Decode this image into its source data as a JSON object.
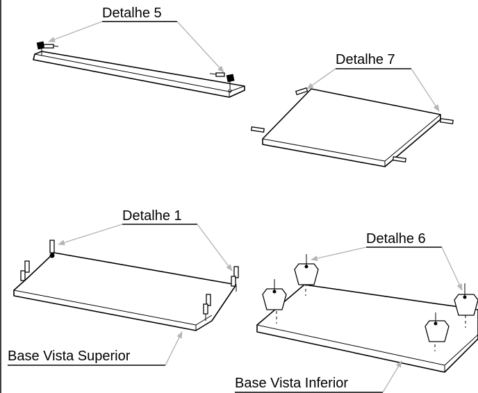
{
  "callouts": {
    "detail_5": "Detalhe 5",
    "detail_7": "Detalhe 7",
    "detail_1": "Detalhe 1",
    "detail_6": "Detalhe 6"
  },
  "views": {
    "base_top": "Base Vista Superior",
    "base_bottom": "Base Vista Inferior"
  }
}
